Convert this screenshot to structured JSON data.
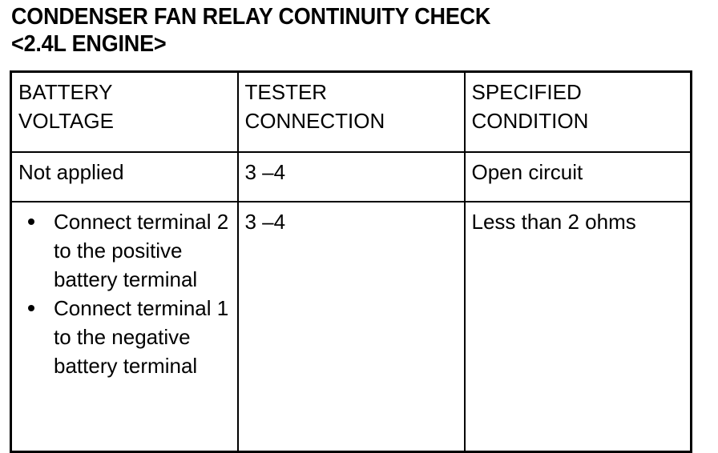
{
  "title": {
    "line1": "CONDENSER FAN RELAY CONTINUITY CHECK",
    "line2": "<2.4L ENGINE>"
  },
  "table": {
    "headers": [
      {
        "line1": "BATTERY",
        "line2": "VOLTAGE"
      },
      {
        "line1": "TESTER",
        "line2": "CONNECTION"
      },
      {
        "line1": "SPECIFIED",
        "line2": "CONDITION"
      }
    ],
    "rows": [
      {
        "battery_voltage": "Not applied",
        "tester_connection": "3 –4",
        "specified_condition": "Open circuit"
      },
      {
        "battery_voltage_bullets": [
          "Connect terminal 2 to the positive battery terminal",
          "Connect terminal 1 to the negative battery terminal"
        ],
        "tester_connection": "3 –4",
        "specified_condition": "Less than 2 ohms"
      }
    ]
  },
  "colors": {
    "text": "#000000",
    "background": "#ffffff",
    "border": "#000000"
  }
}
